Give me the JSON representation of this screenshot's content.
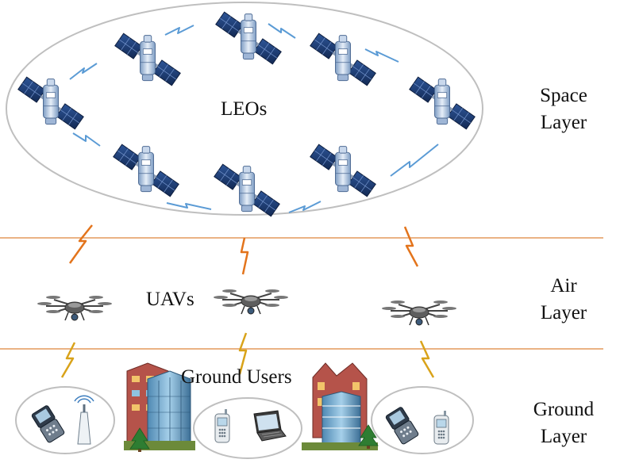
{
  "labels": {
    "leos": "LEOs",
    "uavs": "UAVs",
    "ground_users": "Ground Users",
    "space_layer": [
      "Space",
      "Layer"
    ],
    "air_layer": [
      "Air",
      "Layer"
    ],
    "ground_layer": [
      "Ground",
      "Layer"
    ]
  },
  "colors": {
    "ellipse_stroke": "#bfbfbf",
    "separator": "#e39a5c",
    "satellite_link": "#5b9bd5",
    "space_air_link": "#e3741c",
    "air_ground_link": "#d9a31a",
    "satellite_body": "#a9c4e4",
    "solar_panel": "#1f3f7a",
    "building_red": "#b5534a",
    "building_glass": "#6fa6c8",
    "tree": "#2e7d32"
  }
}
